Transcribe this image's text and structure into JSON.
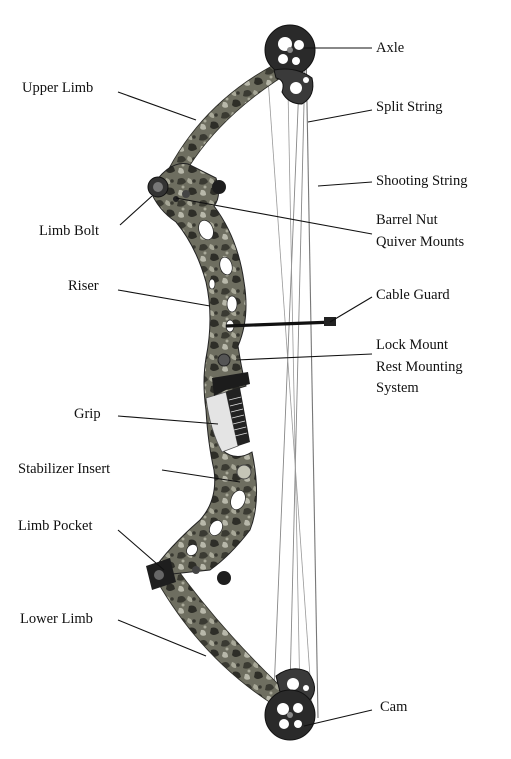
{
  "diagram": {
    "labels": {
      "axle": "Axle",
      "upper_limb": "Upper Limb",
      "split_string": "Split String",
      "shooting_string": "Shooting String",
      "limb_bolt": "Limb Bolt",
      "barrel_nut_line1": "Barrel Nut",
      "barrel_nut_line2": "Quiver Mounts",
      "riser": "Riser",
      "cable_guard": "Cable Guard",
      "lock_mount_line1": "Lock Mount",
      "lock_mount_line2": "Rest Mounting",
      "lock_mount_line3": "System",
      "grip": "Grip",
      "stabilizer_insert": "Stabilizer Insert",
      "limb_pocket": "Limb Pocket",
      "lower_limb": "Lower Limb",
      "cam": "Cam"
    }
  },
  "colors": {
    "camo_dark": "#3a3a32",
    "camo_mid": "#6e6e60",
    "camo_light": "#a8a898",
    "string": "#777777",
    "leader": "#111111"
  }
}
